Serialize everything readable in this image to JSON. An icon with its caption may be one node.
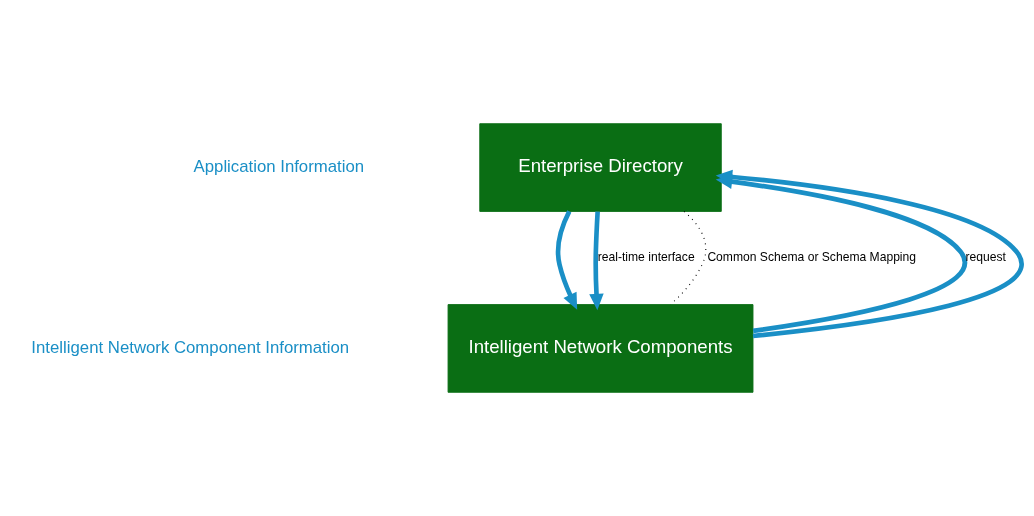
{
  "diagram": {
    "nodes": [
      {
        "text": [
          "Enterprise Directory"
        ]
      },
      {
        "text": [
          "Intelligent Network Components"
        ]
      }
    ],
    "edges": [
      {
        "from": 1,
        "to": 0,
        "arrow": "to",
        "label": "request"
      },
      {
        "from": 0,
        "to": 1,
        "arrow": "to"
      },
      {
        "from": 1,
        "to": 0,
        "arrow": "to"
      },
      {
        "from": 0,
        "to": 1,
        "arrow": "to",
        "label": "real-time interface"
      },
      {
        "from": 0,
        "to": 1,
        "arrow": "none",
        "style": "dashed",
        "color": "#000000",
        "label": "Common Schema or Schema Mapping"
      }
    ],
    "labels": [
      "Application Information",
      "Intelligent Network Component Information"
    ]
  }
}
